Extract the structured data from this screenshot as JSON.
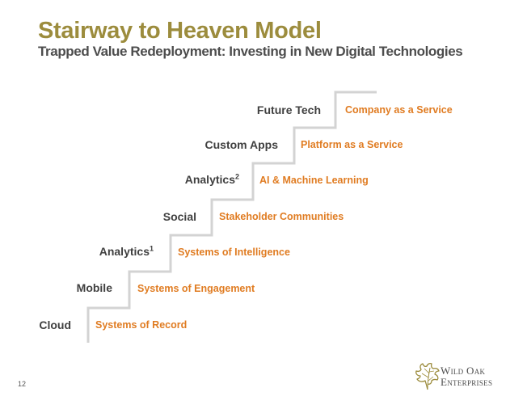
{
  "header": {
    "title": "Stairway to Heaven Model",
    "subtitle": "Trapped Value Redeployment: Investing in New Digital Technologies"
  },
  "steps": [
    {
      "label": "Cloud",
      "sup": "",
      "tech": "Systems of Record"
    },
    {
      "label": "Mobile",
      "sup": "",
      "tech": "Systems of Engagement"
    },
    {
      "label": "Analytics",
      "sup": "1",
      "tech": "Systems of Intelligence"
    },
    {
      "label": "Social",
      "sup": "",
      "tech": "Stakeholder Communities"
    },
    {
      "label": "Analytics",
      "sup": "2",
      "tech": "AI & Machine Learning"
    },
    {
      "label": "Custom Apps",
      "sup": "",
      "tech": "Platform as a Service"
    },
    {
      "label": "Future Tech",
      "sup": "",
      "tech": "Company as a Service"
    }
  ],
  "footer": {
    "page_number": "12"
  },
  "logo": {
    "line1": "Wild Oak",
    "line2": "Enterprises"
  },
  "colors": {
    "title": "#9c8c3d",
    "accent": "#e07c22",
    "stair": "#d3d3d3",
    "text": "#404040"
  }
}
